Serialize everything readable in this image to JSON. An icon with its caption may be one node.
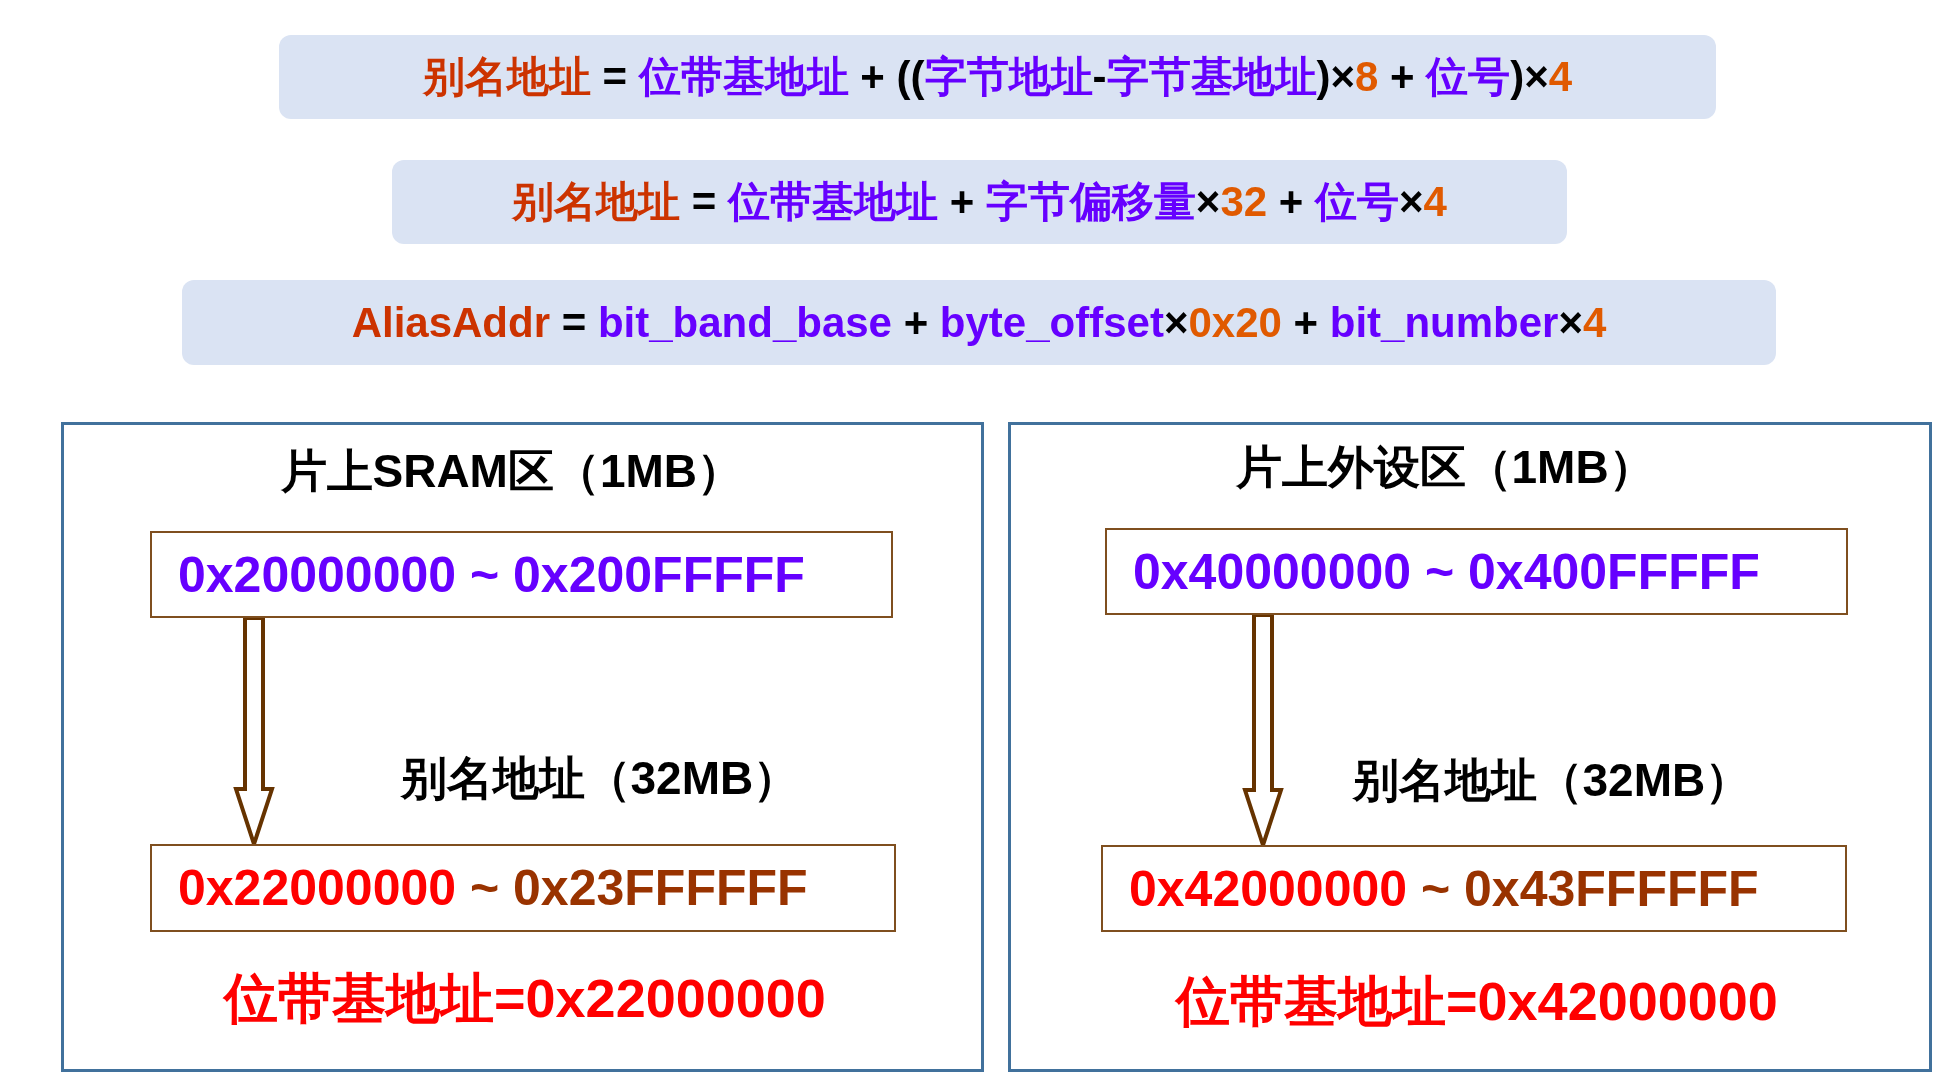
{
  "diagram": {
    "nodes": [
      {
        "text": [
          "别名地址 = 位带基地址 + ((字节地址-字节基地址)×8 + 位号)×4"
        ]
      },
      {
        "text": [
          "别名地址 = 位带基地址 + 字节偏移量×32 + 位号×4"
        ]
      },
      {
        "text": [
          "AliasAddr = bit_band_base + byte_offset×0x20 + bit_number×4"
        ]
      },
      {
        "text": [
          "片上SRAM区（1MB）",
          "位带基地址=0x22000000"
        ]
      },
      {
        "text": [
          "0x20000000 ~ 0x200FFFFF"
        ],
        "in": 3
      },
      {
        "text": [
          "0x22000000 ~ 0x23FFFFFF"
        ],
        "in": 3,
        "beside": [
          "别名地址（32MB）"
        ]
      },
      {
        "text": [
          "片上外设区（1MB）",
          "位带基地址=0x42000000"
        ]
      },
      {
        "text": [
          "0x40000000 ~ 0x400FFFFF"
        ],
        "in": 6
      },
      {
        "text": [
          "0x42000000 ~ 0x43FFFFFF"
        ],
        "in": 6,
        "beside": [
          "别名地址（32MB）"
        ]
      }
    ],
    "edges": [
      {
        "from": 4,
        "to": 5,
        "arrow": "to"
      },
      {
        "from": 7,
        "to": 8,
        "arrow": "to"
      }
    ]
  }
}
